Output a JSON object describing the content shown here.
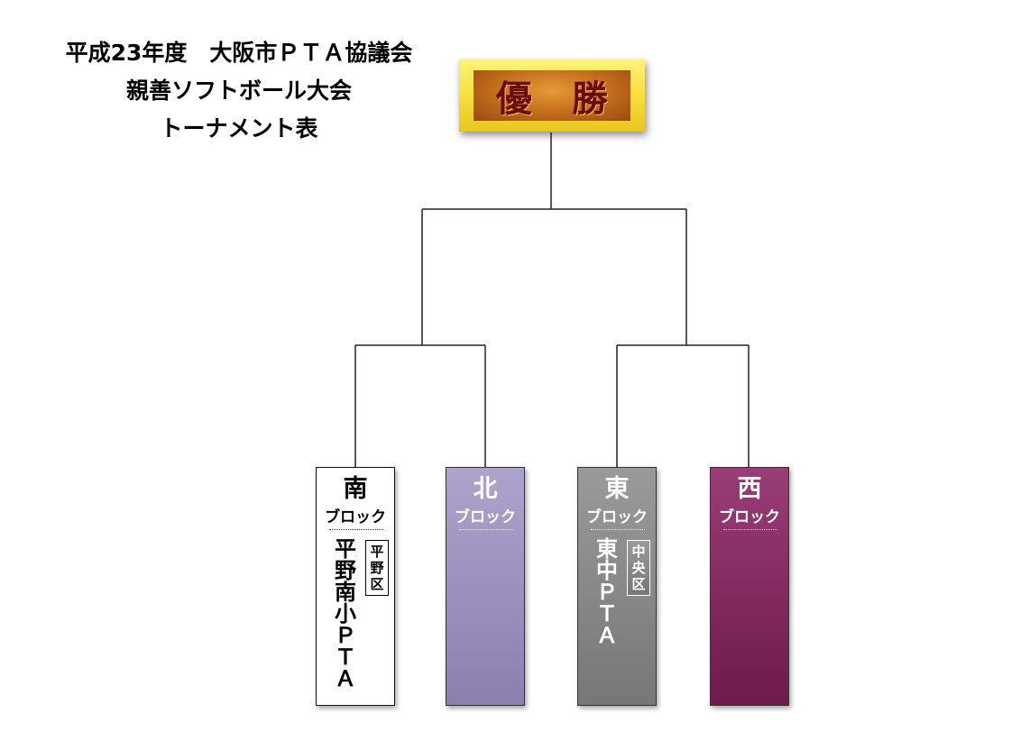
{
  "title": {
    "line1": "平成23年度　大阪市ＰＴＡ協議会",
    "line2": "親善ソフトボール大会",
    "line3": "トーナメント表"
  },
  "champion": {
    "label": "優勝"
  },
  "blocks": [
    {
      "name": "南",
      "label": "ブロック",
      "team": "平野南小ＰＴＡ",
      "district": "平野区"
    },
    {
      "name": "北",
      "label": "ブロック"
    },
    {
      "name": "東",
      "label": "ブロック",
      "team": "東中ＰＴＡ",
      "district": "中央区"
    },
    {
      "name": "西",
      "label": "ブロック"
    }
  ],
  "colors": {
    "south": "#ffffff",
    "north": "#9a8fbf",
    "east": "#888888",
    "west": "#862a60",
    "champion_frame": "#f7e03a",
    "champion_text": "#6b0c0c"
  }
}
